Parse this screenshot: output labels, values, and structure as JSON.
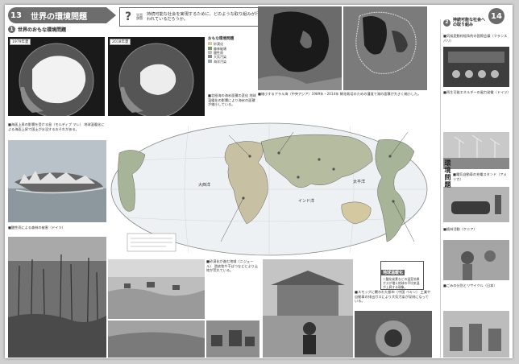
{
  "header": {
    "left_page_number": "13",
    "left_title": "世界の環境問題",
    "question_tag": "学習課題",
    "question_text": "持続可能な社会を実現するために、どのような取り組みが行われているだろうか。",
    "right_page_number": "14",
    "right_title": "持続可能な社会への取り組み"
  },
  "section1": {
    "number": "1",
    "title": "世界のおもな環境問題",
    "year_left": "1979年夏",
    "year_right": "2018年夏"
  },
  "legend": {
    "title": "おもな環境問題",
    "items": [
      "砂漠化",
      "森林破壊",
      "酸性雨",
      "大気汚染",
      "海洋汚染"
    ]
  },
  "captions": {
    "arctic": "■北極海の海氷面積の変化 地球温暖化の影響により海氷の面積が縮小している。",
    "aral": "■縮小するアラル海（中央アジア）1989年・2014年 綿花栽培のための灌漑で湖の面積が大きく縮小した。",
    "maldives": "■海面上昇の影響を受ける島（モルディブ マレ） 地球温暖化による海面上昇で国土が水没するおそれがある。",
    "acid": "■酸性雨による森林の被害（ドイツ）",
    "desert": "■砂漠化が進む地域（ニジェール） 過放牧や干ばつなどにより土地が荒れている。",
    "smog": "■スモッグに覆われた都市（中国 ペキン） 工業や自動車の排出ガスにより大気汚染が深刻になっている。",
    "ozone": "■南極上空のオゾンホール"
  },
  "keyword": {
    "title": "地球温暖化",
    "text": "二酸化炭素などの温室効果ガスが増え地球の平均気温が上昇する現象。"
  },
  "map": {
    "ocean_labels": [
      "インド洋",
      "太平洋",
      "大西洋"
    ]
  },
  "right_side": {
    "vertical_title": "環境問題",
    "items": [
      "■気候変動枠組条約の国際会議（フランス パリ）",
      "■再生可能エネルギーの風力発電（ドイツ）",
      "■電気自動車の充電スタンド（アメリカ）",
      "■植林活動（ケニア）",
      "■ごみの分別とリサイクル（日本）"
    ]
  }
}
